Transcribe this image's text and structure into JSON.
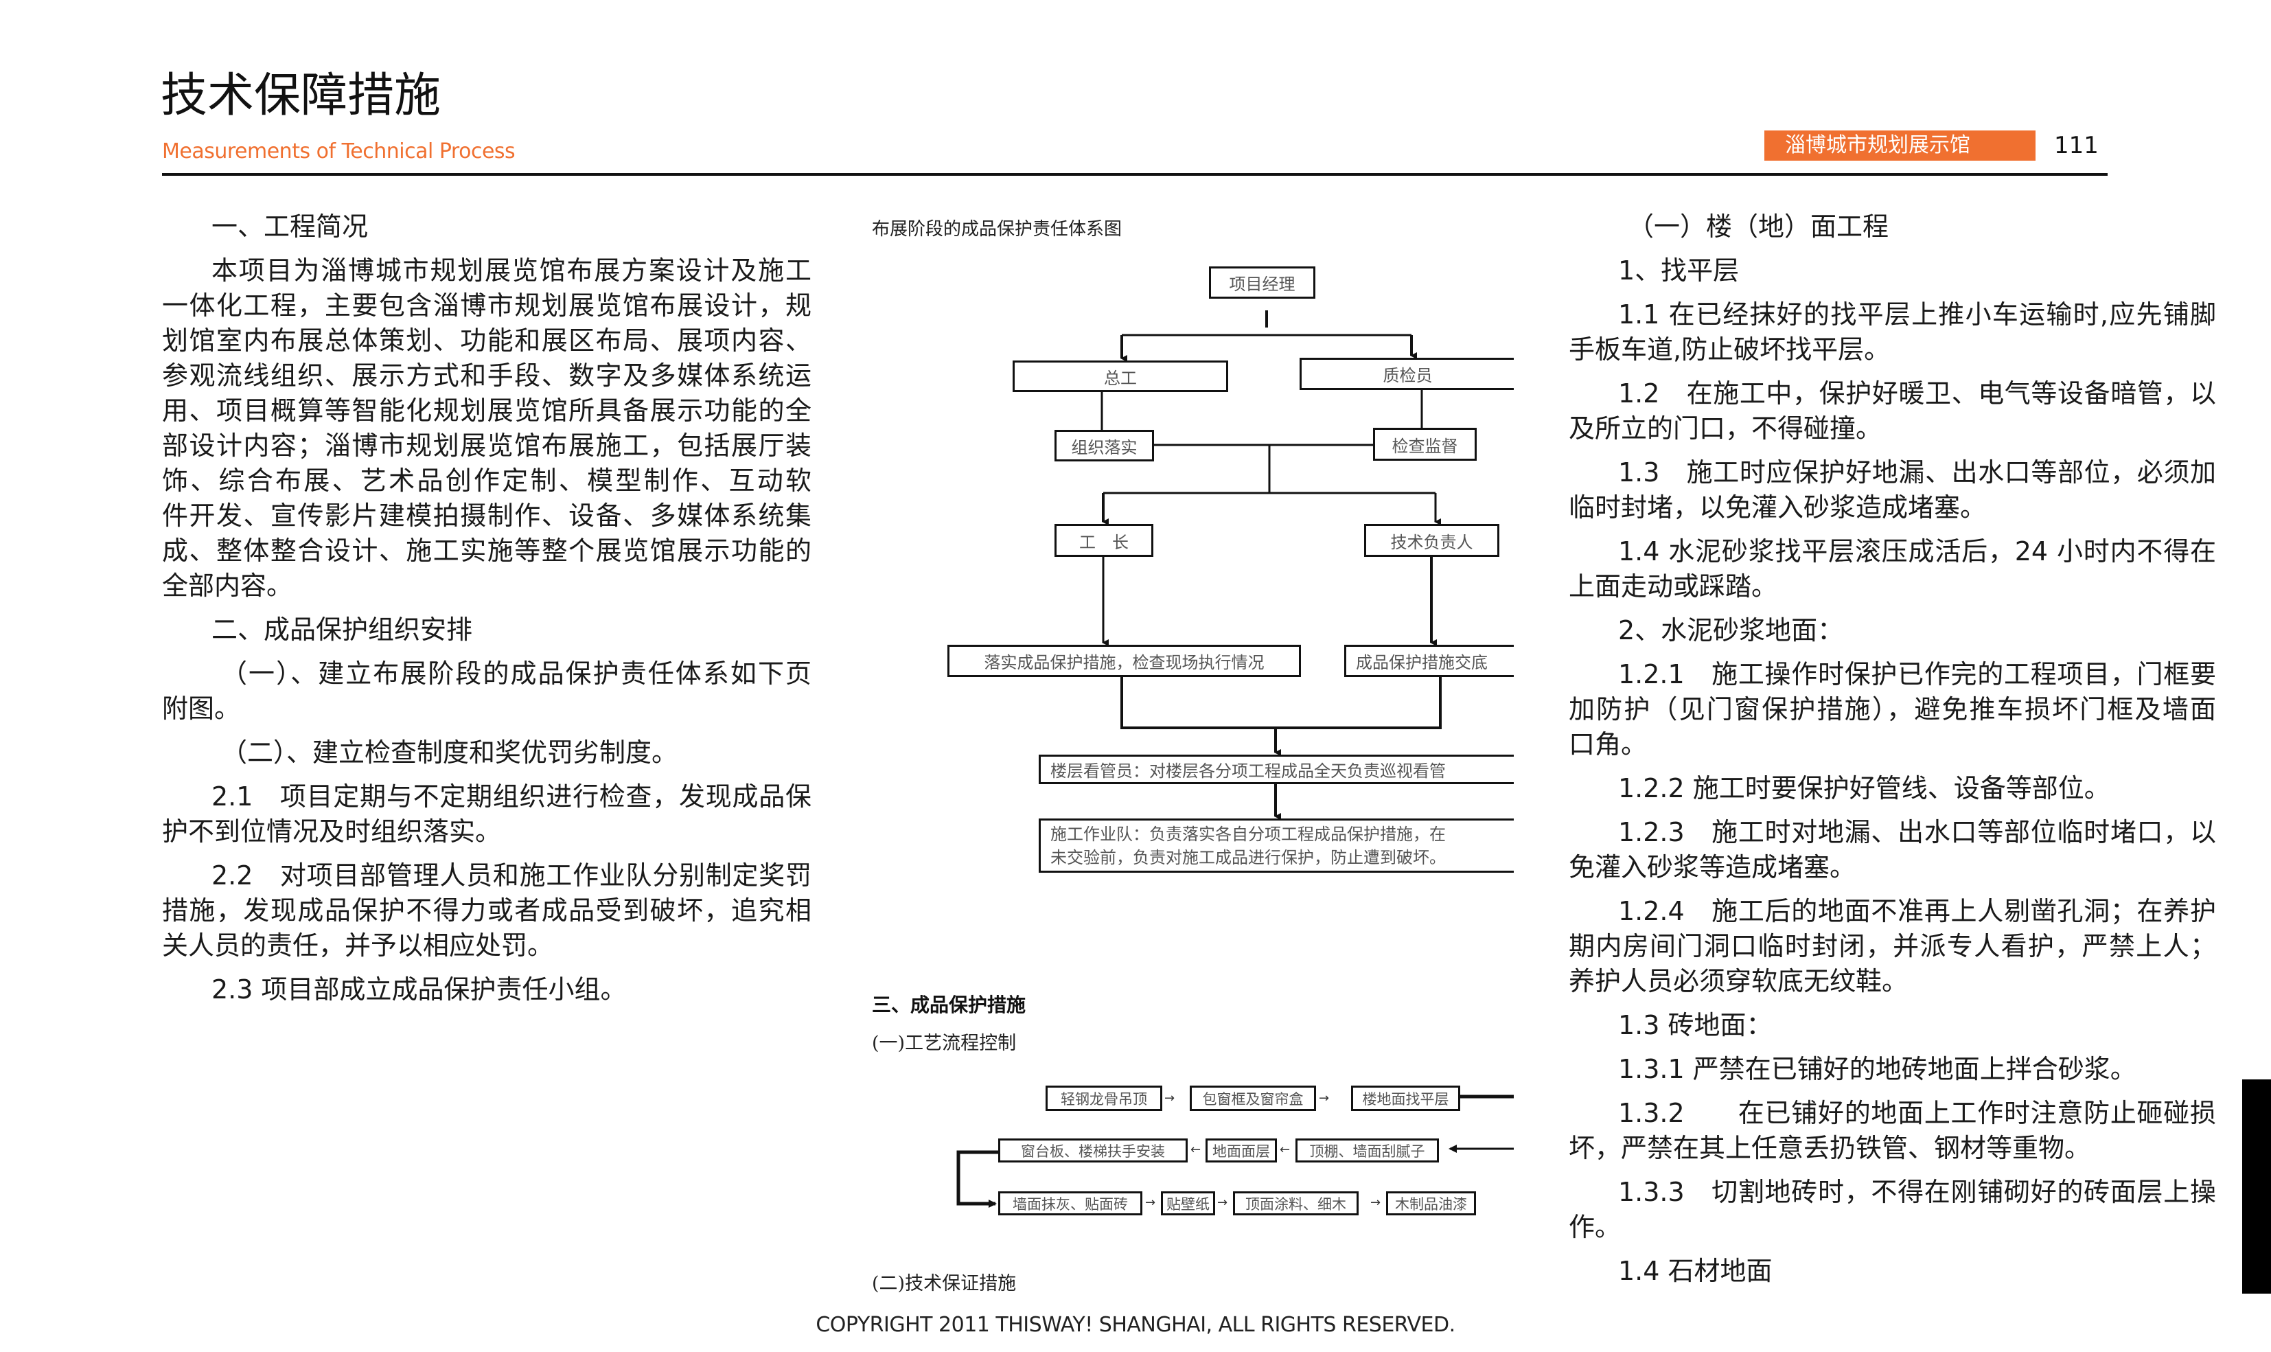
{
  "header": {
    "title": "技术保障措施",
    "subtitle": "Measurements of Technical Process",
    "badge": "淄博城市规划展示馆",
    "page_number": "111",
    "accent_color": "#f07030"
  },
  "left_column": {
    "paragraphs": [
      {
        "indent": 72,
        "lines": [
          "一、工程简况"
        ]
      },
      {
        "indent": 72,
        "lines": [
          "本项目为淄博城市规划展览馆布展方案设计及施工",
          "一体化工程，主要包含淄博市规划展览馆布展设计，规",
          "划馆室内布展总体策划、功能和展区布局、展项内容、",
          "参观流线组织、展示方式和手段、数字及多媒体系统运",
          "用、项目概算等智能化规划展览馆所具备展示功能的全",
          "部设计内容；淄博市规划展览馆布展施工，包括展厅装",
          "饰、综合布展、艺术品创作定制、模型制作、互动软",
          "件开发、宣传影片建模拍摄制作、设备、多媒体系统集",
          "成、整体整合设计、施工实施等整个展览馆展示功能的",
          "全部内容。"
        ]
      },
      {
        "indent": 72,
        "lines": [
          "二、成品保护组织安排"
        ]
      },
      {
        "indent": 86,
        "lines": [
          "（一）、建立布展阶段的成品保护责任体系如下页",
          "附图。"
        ]
      },
      {
        "indent": 86,
        "lines": [
          "（二）、建立检查制度和奖优罚劣制度。"
        ]
      },
      {
        "indent": 72,
        "lines": [
          "2.1　项目定期与不定期组织进行检查，发现成品保",
          "护不到位情况及时组织落实。"
        ]
      },
      {
        "indent": 72,
        "lines": [
          "2.2　对项目部管理人员和施工作业队分别制定奖罚",
          "措施，发现成品保护不得力或者成品受到破坏，追究相",
          "关人员的责任，并予以相应处罚。"
        ]
      },
      {
        "indent": 72,
        "lines": [
          "2.3 项目部成立成品保护责任小组。"
        ]
      }
    ]
  },
  "middle_column": {
    "diagram_title": "布展阶段的成品保护责任体系图",
    "org_chart": {
      "project_manager": "项目经理",
      "chief_engineer": "总工",
      "quality_inspector": "质检员",
      "organize_implement": "组织落实",
      "inspect_supervise": "检查监督",
      "foreman": "工　长",
      "technical_lead": "技术负责人",
      "implement_check": "落实成品保护措施，检查现场执行情况",
      "measures_briefing": "成品保护措施交底",
      "floor_keeper": "楼层看管员：对楼层各分项工程成品全天负责巡视看管",
      "work_team_line1": "施工作业队：负责落实各自分项工程成品保护措施，在",
      "work_team_line2": "未交验前，负责对施工成品进行保护，防止遭到破坏。"
    },
    "section3_heading": "三、成品保护措施",
    "process_heading": "(一)工艺流程控制",
    "process_rows": [
      [
        "轻钢龙骨吊顶",
        "包窗框及窗帘盒",
        "楼地面找平层"
      ],
      [
        "窗台板、楼梯扶手安装",
        "地面面层",
        "顶棚、墙面刮腻子"
      ],
      [
        "墙面抹灰、贴面砖",
        "贴壁纸",
        "顶面涂料、细木",
        "木制品油漆"
      ]
    ],
    "arrow_right": "→",
    "arrow_left": "←",
    "tech_heading": "(二)技术保证措施"
  },
  "right_column": {
    "paragraphs": [
      {
        "indent": 86,
        "lines": [
          "（一）楼（地）面工程"
        ]
      },
      {
        "indent": 72,
        "lines": [
          "1、找平层"
        ]
      },
      {
        "indent": 72,
        "lines": [
          "1.1 在已经抹好的找平层上推小车运输时,应先铺脚",
          "手板车道,防止破坏找平层。"
        ]
      },
      {
        "indent": 72,
        "lines": [
          "1.2　在施工中，保护好暖卫、电气等设备暗管，以",
          "及所立的门口，不得碰撞。"
        ]
      },
      {
        "indent": 72,
        "lines": [
          "1.3　施工时应保护好地漏、出水口等部位，必须加",
          "临时封堵，以免灌入砂浆造成堵塞。"
        ]
      },
      {
        "indent": 72,
        "lines": [
          "1.4 水泥砂浆找平层滚压成活后，24 小时内不得在",
          "上面走动或踩踏。"
        ]
      },
      {
        "indent": 72,
        "lines": [
          "2、水泥砂浆地面："
        ]
      },
      {
        "indent": 72,
        "lines": [
          "1.2.1　施工操作时保护已作完的工程项目，门框要",
          "加防护（见门窗保护措施），避免推车损坏门框及墙面",
          "口角。"
        ]
      },
      {
        "indent": 72,
        "lines": [
          "1.2.2 施工时要保护好管线、设备等部位。"
        ]
      },
      {
        "indent": 72,
        "lines": [
          "1.2.3　施工时对地漏、出水口等部位临时堵口，以",
          "免灌入砂浆等造成堵塞。"
        ]
      },
      {
        "indent": 72,
        "lines": [
          "1.2.4　施工后的地面不准再上人剔凿孔洞；在养护",
          "期内房间门洞口临时封闭，并派专人看护，严禁上人；",
          "养护人员必须穿软底无纹鞋。"
        ]
      },
      {
        "indent": 72,
        "lines": [
          "1.3 砖地面："
        ]
      },
      {
        "indent": 72,
        "lines": [
          "1.3.1 严禁在已铺好的地砖地面上拌合砂浆。"
        ]
      },
      {
        "indent": 72,
        "lines": [
          "1.3.2　　在已铺好的地面上工作时注意防止砸碰损",
          "坏，严禁在其上任意丢扔铁管、钢材等重物。"
        ]
      },
      {
        "indent": 72,
        "lines": [
          "1.3.3　切割地砖时，不得在刚铺砌好的砖面层上操",
          "作。"
        ]
      },
      {
        "indent": 72,
        "lines": [
          "1.4 石材地面"
        ]
      }
    ]
  },
  "footer": {
    "copyright": "COPYRIGHT 2011 THISWAY! SHANGHAI, ALL RIGHTS RESERVED."
  }
}
